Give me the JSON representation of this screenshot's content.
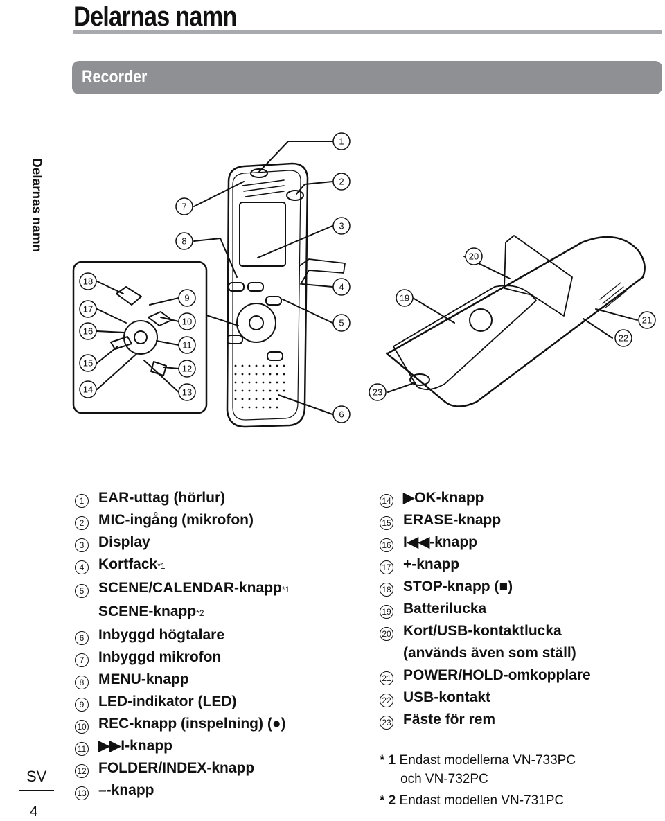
{
  "page": {
    "title": "Delarnas namn",
    "section": "Recorder",
    "side_tab": "Delarnas namn",
    "language": "SV",
    "page_number": "4"
  },
  "callouts": [
    "1",
    "2",
    "3",
    "4",
    "5",
    "6",
    "7",
    "8",
    "9",
    "10",
    "11",
    "12",
    "13",
    "14",
    "15",
    "16",
    "17",
    "18",
    "19",
    "20",
    "21",
    "22",
    "23"
  ],
  "parts_left": [
    {
      "num": "1",
      "label": "EAR-uttag (hörlur)",
      "sup": ""
    },
    {
      "num": "2",
      "label": "MIC-ingång (mikrofon)",
      "sup": ""
    },
    {
      "num": "3",
      "label": "Display",
      "sup": ""
    },
    {
      "num": "4",
      "label": "Kortfack",
      "sup": "*1"
    },
    {
      "num": "5",
      "label": "SCENE/CALENDAR-knapp",
      "sup": "*1"
    },
    {
      "num": "",
      "label": "SCENE-knapp",
      "sup": "*2"
    },
    {
      "num": "6",
      "label": "Inbyggd högtalare",
      "sup": ""
    },
    {
      "num": "7",
      "label": "Inbyggd mikrofon",
      "sup": ""
    },
    {
      "num": "8",
      "label": "MENU-knapp",
      "sup": ""
    },
    {
      "num": "9",
      "label": "LED-indikator (LED)",
      "sup": ""
    },
    {
      "num": "10",
      "label": "REC-knapp (inspelning) (●)",
      "sup": ""
    },
    {
      "num": "11",
      "label": "▶▶I-knapp",
      "sup": ""
    },
    {
      "num": "12",
      "label": "FOLDER/INDEX-knapp",
      "sup": ""
    },
    {
      "num": "13",
      "label": "–-knapp",
      "sup": ""
    }
  ],
  "parts_right": [
    {
      "num": "14",
      "label": "▶OK-knapp",
      "cont": false
    },
    {
      "num": "15",
      "label": "ERASE-knapp",
      "cont": false
    },
    {
      "num": "16",
      "label": "I◀◀-knapp",
      "cont": false
    },
    {
      "num": "17",
      "label": "+-knapp",
      "cont": false
    },
    {
      "num": "18",
      "label": "STOP-knapp (■)",
      "cont": false
    },
    {
      "num": "19",
      "label": "Batterilucka",
      "cont": false
    },
    {
      "num": "20",
      "label": "Kort/USB-kontaktlucka",
      "cont": false
    },
    {
      "num": "",
      "label": "(används även som ställ)",
      "cont": true
    },
    {
      "num": "21",
      "label": "POWER/HOLD-omkopplare",
      "cont": false
    },
    {
      "num": "22",
      "label": "USB-kontakt",
      "cont": false
    },
    {
      "num": "23",
      "label": "Fäste för rem",
      "cont": false
    }
  ],
  "notes": [
    {
      "mark": "* 1",
      "text": "Endast modellerna VN-733PC",
      "cont": "och VN-732PC"
    },
    {
      "mark": "* 2",
      "text": "Endast modellen VN-731PC",
      "cont": ""
    }
  ]
}
